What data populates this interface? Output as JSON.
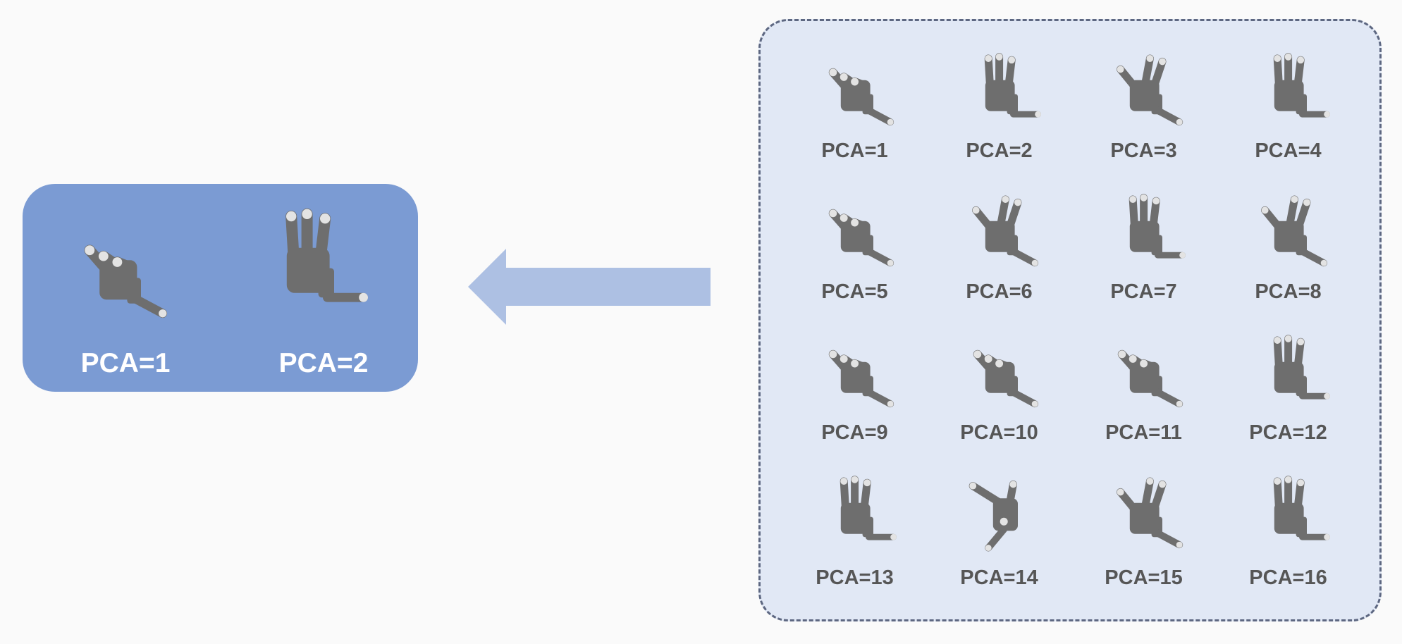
{
  "colors": {
    "left_box": "#7b9bd3",
    "arrow": "#adc0e3",
    "right_box": "#e1e8f5",
    "dash": "#5d6781",
    "hand": "#6e6e6e",
    "fingertip": "#e3e3e3"
  },
  "selected": {
    "items": [
      {
        "label": "PCA=1",
        "pose": "curled"
      },
      {
        "label": "PCA=2",
        "pose": "open"
      }
    ]
  },
  "arrow": {
    "direction": "left"
  },
  "candidates": {
    "items": [
      {
        "label": "PCA=1",
        "pose": "curled"
      },
      {
        "label": "PCA=2",
        "pose": "open"
      },
      {
        "label": "PCA=3",
        "pose": "spread"
      },
      {
        "label": "PCA=4",
        "pose": "open"
      },
      {
        "label": "PCA=5",
        "pose": "curled"
      },
      {
        "label": "PCA=6",
        "pose": "spread"
      },
      {
        "label": "PCA=7",
        "pose": "open"
      },
      {
        "label": "PCA=8",
        "pose": "spread"
      },
      {
        "label": "PCA=9",
        "pose": "curled"
      },
      {
        "label": "PCA=10",
        "pose": "curled"
      },
      {
        "label": "PCA=11",
        "pose": "curled"
      },
      {
        "label": "PCA=12",
        "pose": "open"
      },
      {
        "label": "PCA=13",
        "pose": "open"
      },
      {
        "label": "PCA=14",
        "pose": "twisted"
      },
      {
        "label": "PCA=15",
        "pose": "spread"
      },
      {
        "label": "PCA=16",
        "pose": "open"
      }
    ]
  }
}
